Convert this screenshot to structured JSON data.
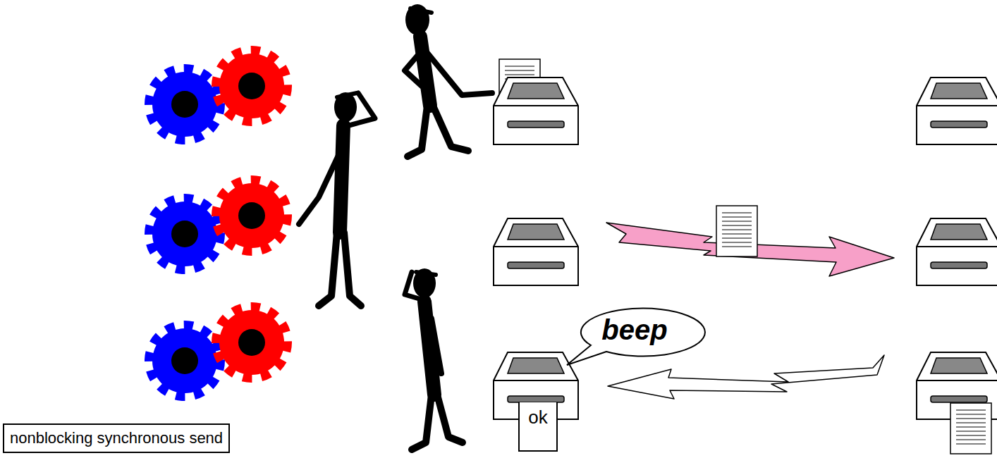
{
  "diagram": {
    "caption": "nonblocking synchronous send",
    "nodes": [
      {
        "text": [
          "beep"
        ]
      },
      {
        "text": [
          "ok"
        ]
      }
    ]
  }
}
